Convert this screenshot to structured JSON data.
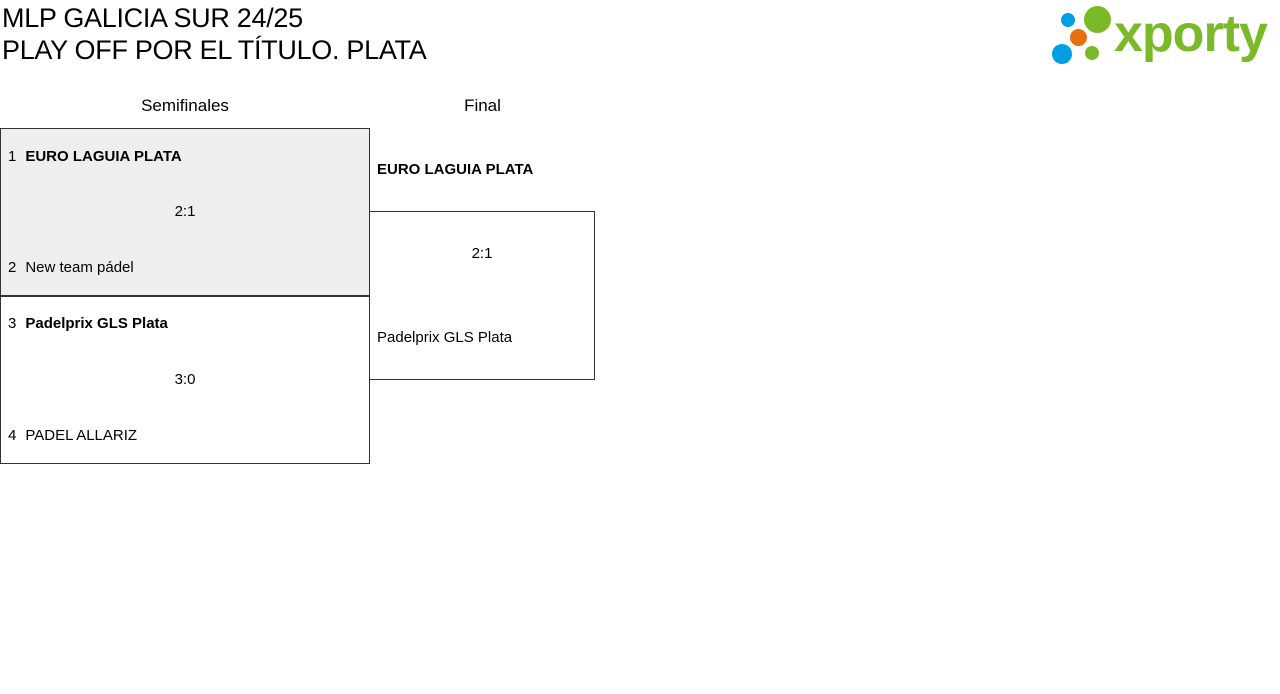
{
  "header": {
    "title_line1": "MLP GALICIA SUR 24/25",
    "title_line2": "PLAY OFF POR EL TÍTULO. PLATA"
  },
  "logo": {
    "text": "xporty",
    "colors": {
      "green": "#7ab928",
      "blue": "#009fe3",
      "orange": "#e6700d"
    }
  },
  "rounds": [
    {
      "label": "Semifinales"
    },
    {
      "label": "Final"
    }
  ],
  "semifinals": [
    {
      "home": {
        "seed": "1",
        "name": "EURO LAGUIA PLATA",
        "winner": true
      },
      "away": {
        "seed": "2",
        "name": "New team pádel",
        "winner": false
      },
      "score": "2:1",
      "highlighted": true
    },
    {
      "home": {
        "seed": "3",
        "name": "Padelprix GLS Plata",
        "winner": true
      },
      "away": {
        "seed": "4",
        "name": "PADEL ALLARIZ",
        "winner": false
      },
      "score": "3:0",
      "highlighted": false
    }
  ],
  "final": {
    "winner_label": "EURO LAGUIA PLATA",
    "home": "EURO LAGUIA PLATA",
    "away": "Padelprix GLS Plata",
    "score": "2:1"
  }
}
